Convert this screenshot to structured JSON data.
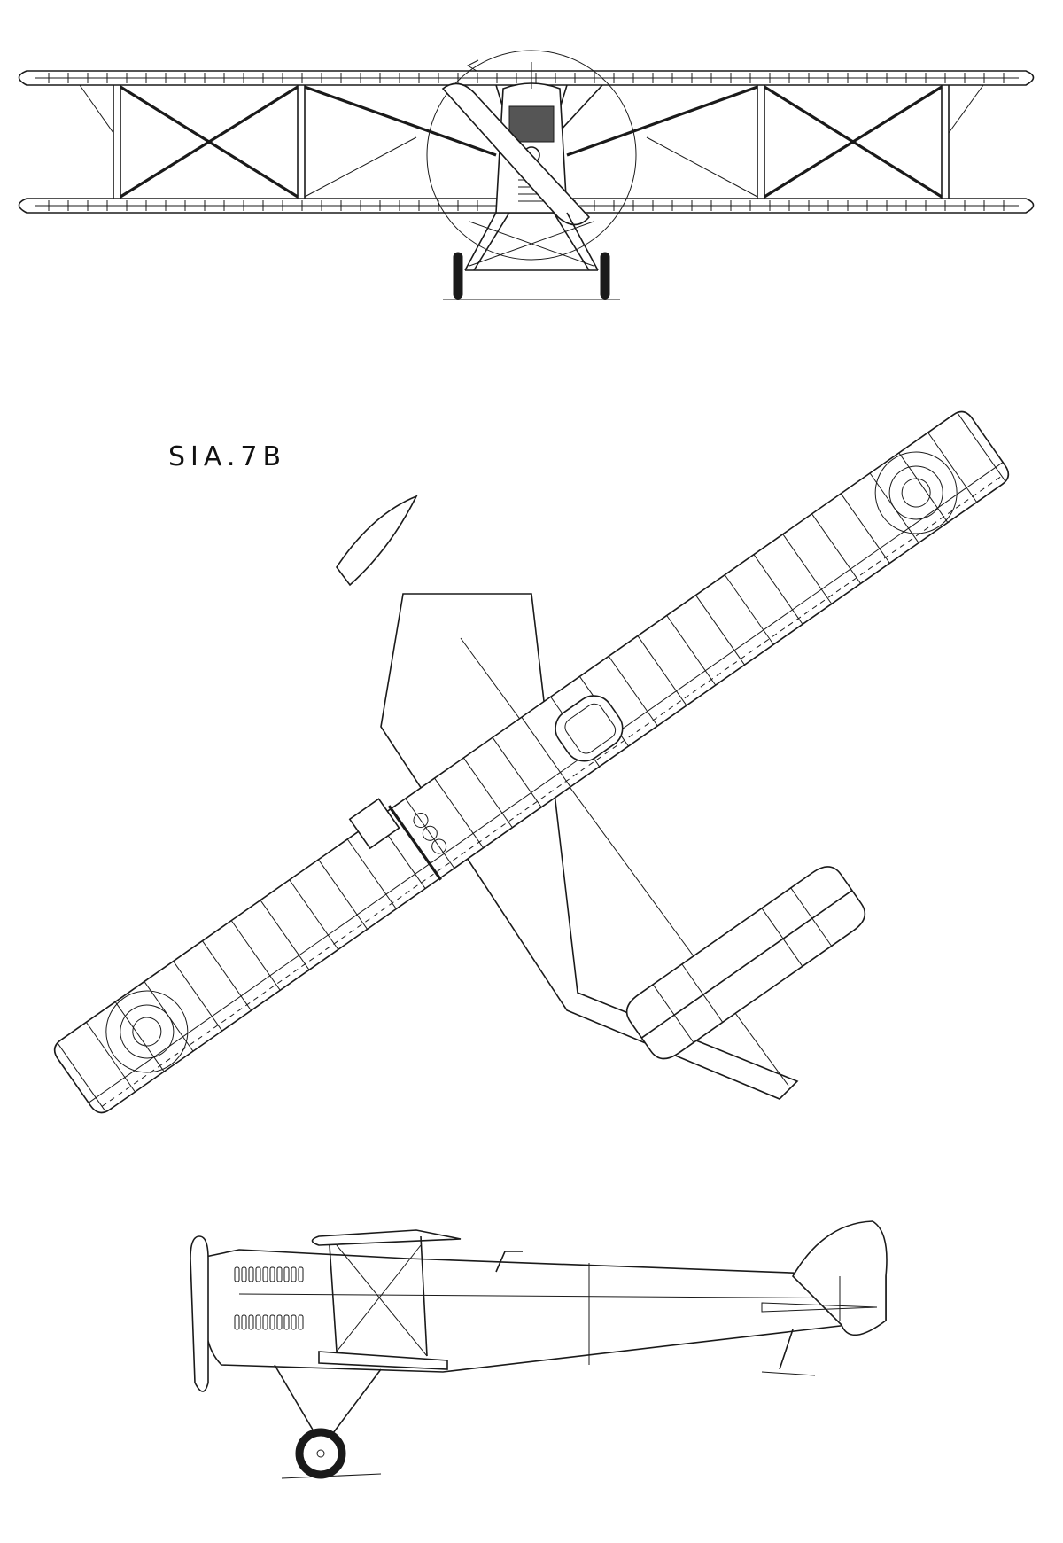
{
  "drawing": {
    "aircraft_label": "SIA.7B",
    "views": [
      "front-view",
      "top-view",
      "side-view"
    ],
    "line_color": "#1a1a1a",
    "background": "#ffffff"
  }
}
